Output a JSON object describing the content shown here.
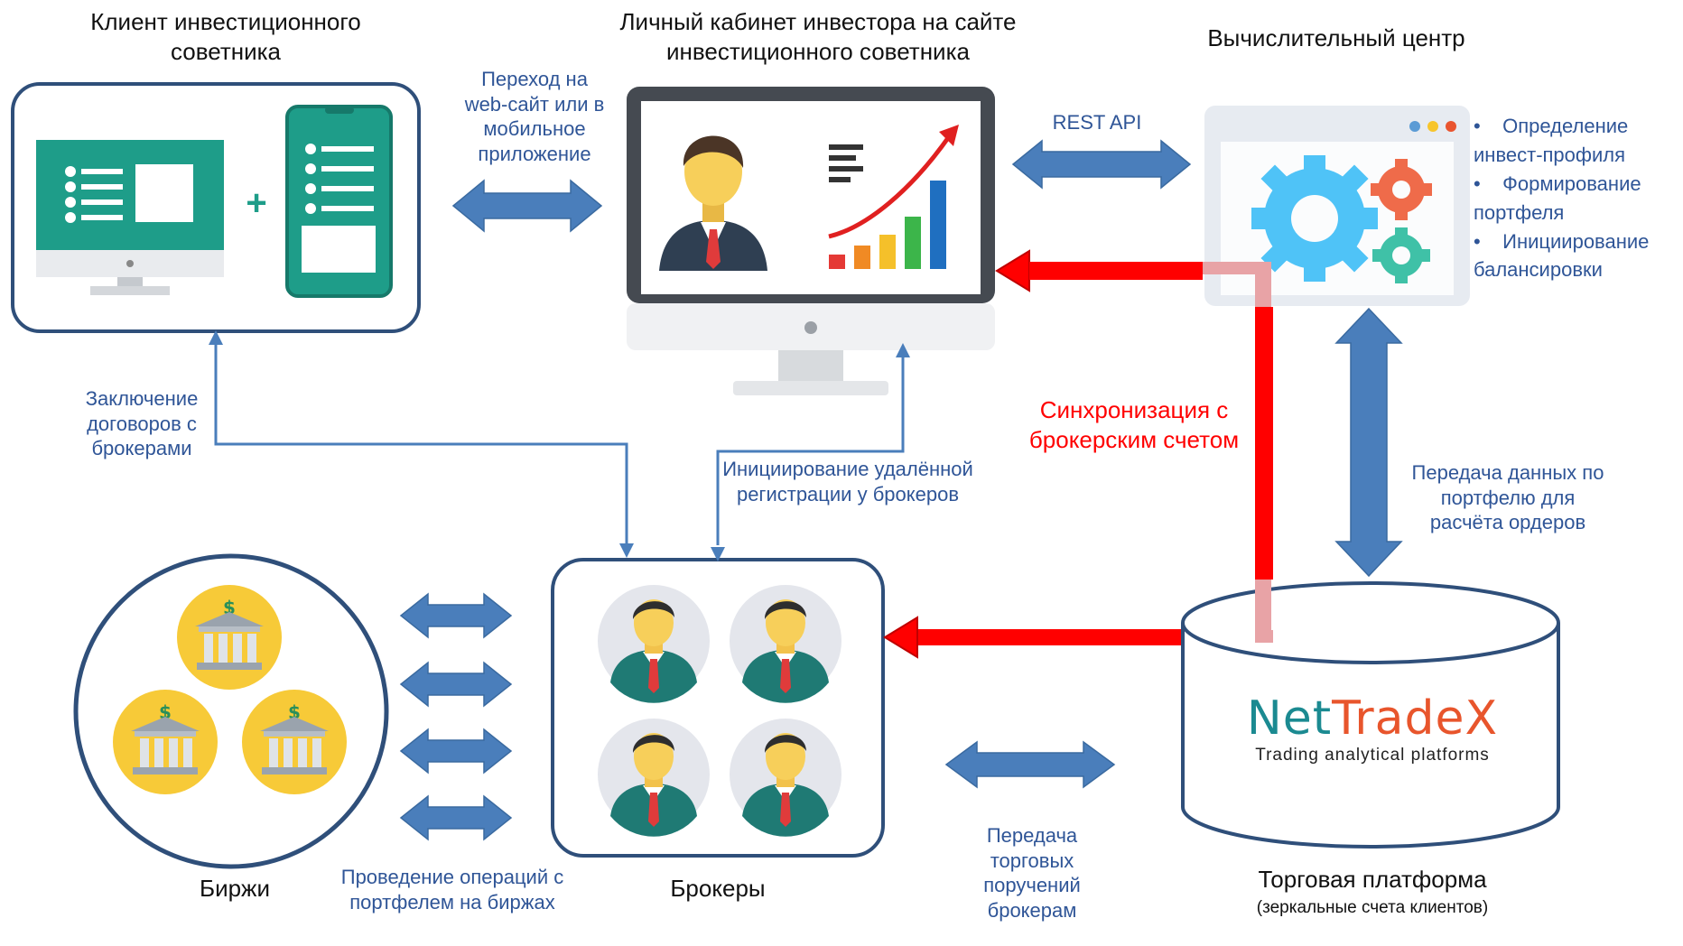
{
  "client": {
    "title": "Клиент инвестиционного советника"
  },
  "cabinet": {
    "title": "Личный кабинет инвестора на сайте инвестиционного советника"
  },
  "compute": {
    "title": "Вычислительный центр",
    "tasks": [
      "Определение инвест-профиля",
      "Формирование портфеля",
      "Инициирование балансировки"
    ]
  },
  "labels": {
    "transition": "Переход на web-сайт или в мобильное приложение",
    "rest": "REST API",
    "contracts": "Заключение договоров с брокерами",
    "remote": "Инициирование удалённой регистрации у брокеров",
    "sync": "Синхронизация с брокерским счетом",
    "portfolio_data": "Передача данных по портфелю для расчёта ордеров",
    "operations": "Проведение операций с портфелем на биржах",
    "orders": "Передача торговых поручений брокерам"
  },
  "exchanges": {
    "title": "Биржи"
  },
  "brokers": {
    "title": "Брокеры"
  },
  "platform": {
    "title": "Торговая платформа",
    "subtitle": "(зеркальные счета клиентов)",
    "logo_net": "Net",
    "logo_trade": "TradeX",
    "logo_sub": "Trading analytical platforms"
  },
  "colors": {
    "arrow_blue": "#4a7ebb",
    "arrow_red": "#ff0000",
    "teal": "#1abc9c",
    "gold": "#f7ca38",
    "text_blue": "#2f5597"
  }
}
